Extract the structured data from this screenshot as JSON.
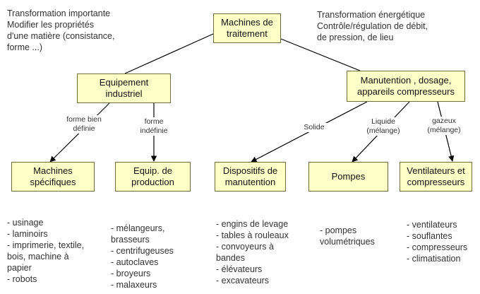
{
  "nodes": {
    "root": "Machines de traitement",
    "industrial": "Equipement industriel",
    "handling": "Manutention , dosage, appareils compresseurs",
    "specific": "Machines spécifiques",
    "production": "Equip. de production",
    "transport": "Dispositifs de manutention",
    "pumps": "Pompes",
    "fans": "Ventilateurs et compresseurs"
  },
  "notes": {
    "left": [
      "Transformation importante",
      "Modifier les propriétés",
      "d'une matière (consistance,",
      "forme ...)"
    ],
    "right": [
      "Transformation énergétique",
      "Contrôle/régulation de débit,",
      "de pression, de lieu"
    ]
  },
  "edge_labels": {
    "defined": [
      "forme bien",
      "définie"
    ],
    "undefined": [
      "forme",
      "indéfinie"
    ],
    "solid": [
      "Solide"
    ],
    "liquid": [
      "Liquide",
      "(mélange)"
    ],
    "gas": [
      "gazeux",
      "(mélange)"
    ]
  },
  "lists": {
    "specific": [
      "- usinage",
      "- laminoirs",
      "- imprimerie, textile,",
      "bois, machine à",
      "papier",
      "- robots"
    ],
    "production": [
      "- mélangeurs,",
      "brasseurs",
      "- centrifugeuses",
      "- autoclaves",
      "- broyeurs",
      "- malaxeurs"
    ],
    "transport": [
      "- engins de levage",
      "- tables à rouleaux",
      "- convoyeurs à",
      "bandes",
      "- élévateurs",
      "- excavateurs"
    ],
    "pumps": [
      "- pompes",
      "volumétriques"
    ],
    "fans": [
      "- ventilateurs",
      "- souflantes",
      "- compresseurs",
      "- climatisation"
    ]
  },
  "colors": {
    "box_fill": "#ffffc8",
    "box_border": "#6e6e3a",
    "line": "#000000"
  }
}
